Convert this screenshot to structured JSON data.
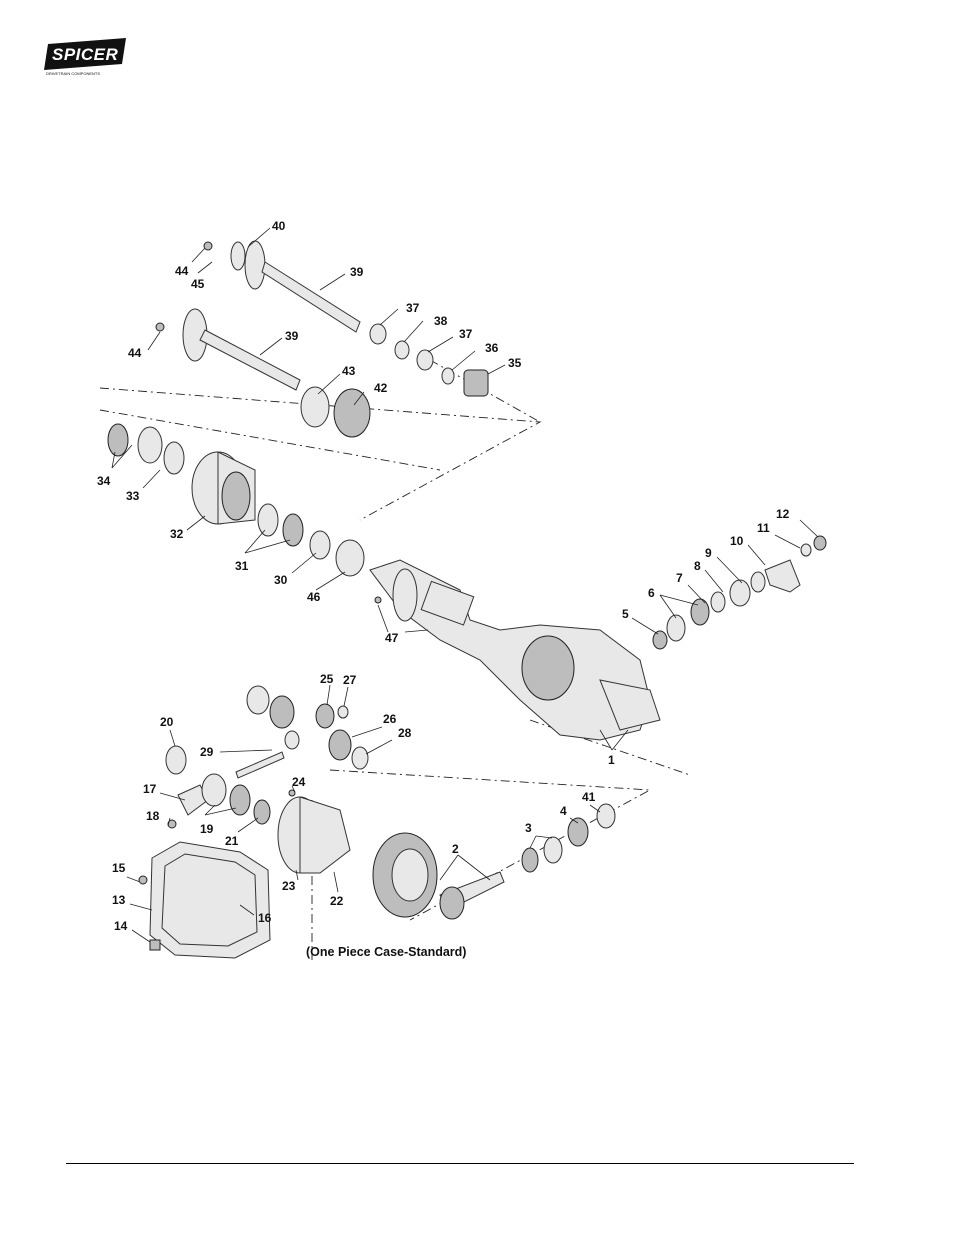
{
  "logo": {
    "text": "SPICER",
    "tagline": "DRIVETRAIN COMPONENTS"
  },
  "diagram": {
    "caption": "(One Piece Case-Standard)",
    "callouts": [
      "40",
      "44",
      "45",
      "39",
      "37",
      "38",
      "37",
      "44",
      "39",
      "36",
      "35",
      "43",
      "42",
      "34",
      "33",
      "32",
      "31",
      "30",
      "46",
      "47",
      "12",
      "11",
      "10",
      "9",
      "8",
      "7",
      "6",
      "5",
      "1",
      "25",
      "27",
      "20",
      "26",
      "28",
      "29",
      "24",
      "17",
      "19",
      "18",
      "21",
      "41",
      "4",
      "3",
      "2",
      "15",
      "23",
      "22",
      "13",
      "16",
      "14"
    ]
  }
}
